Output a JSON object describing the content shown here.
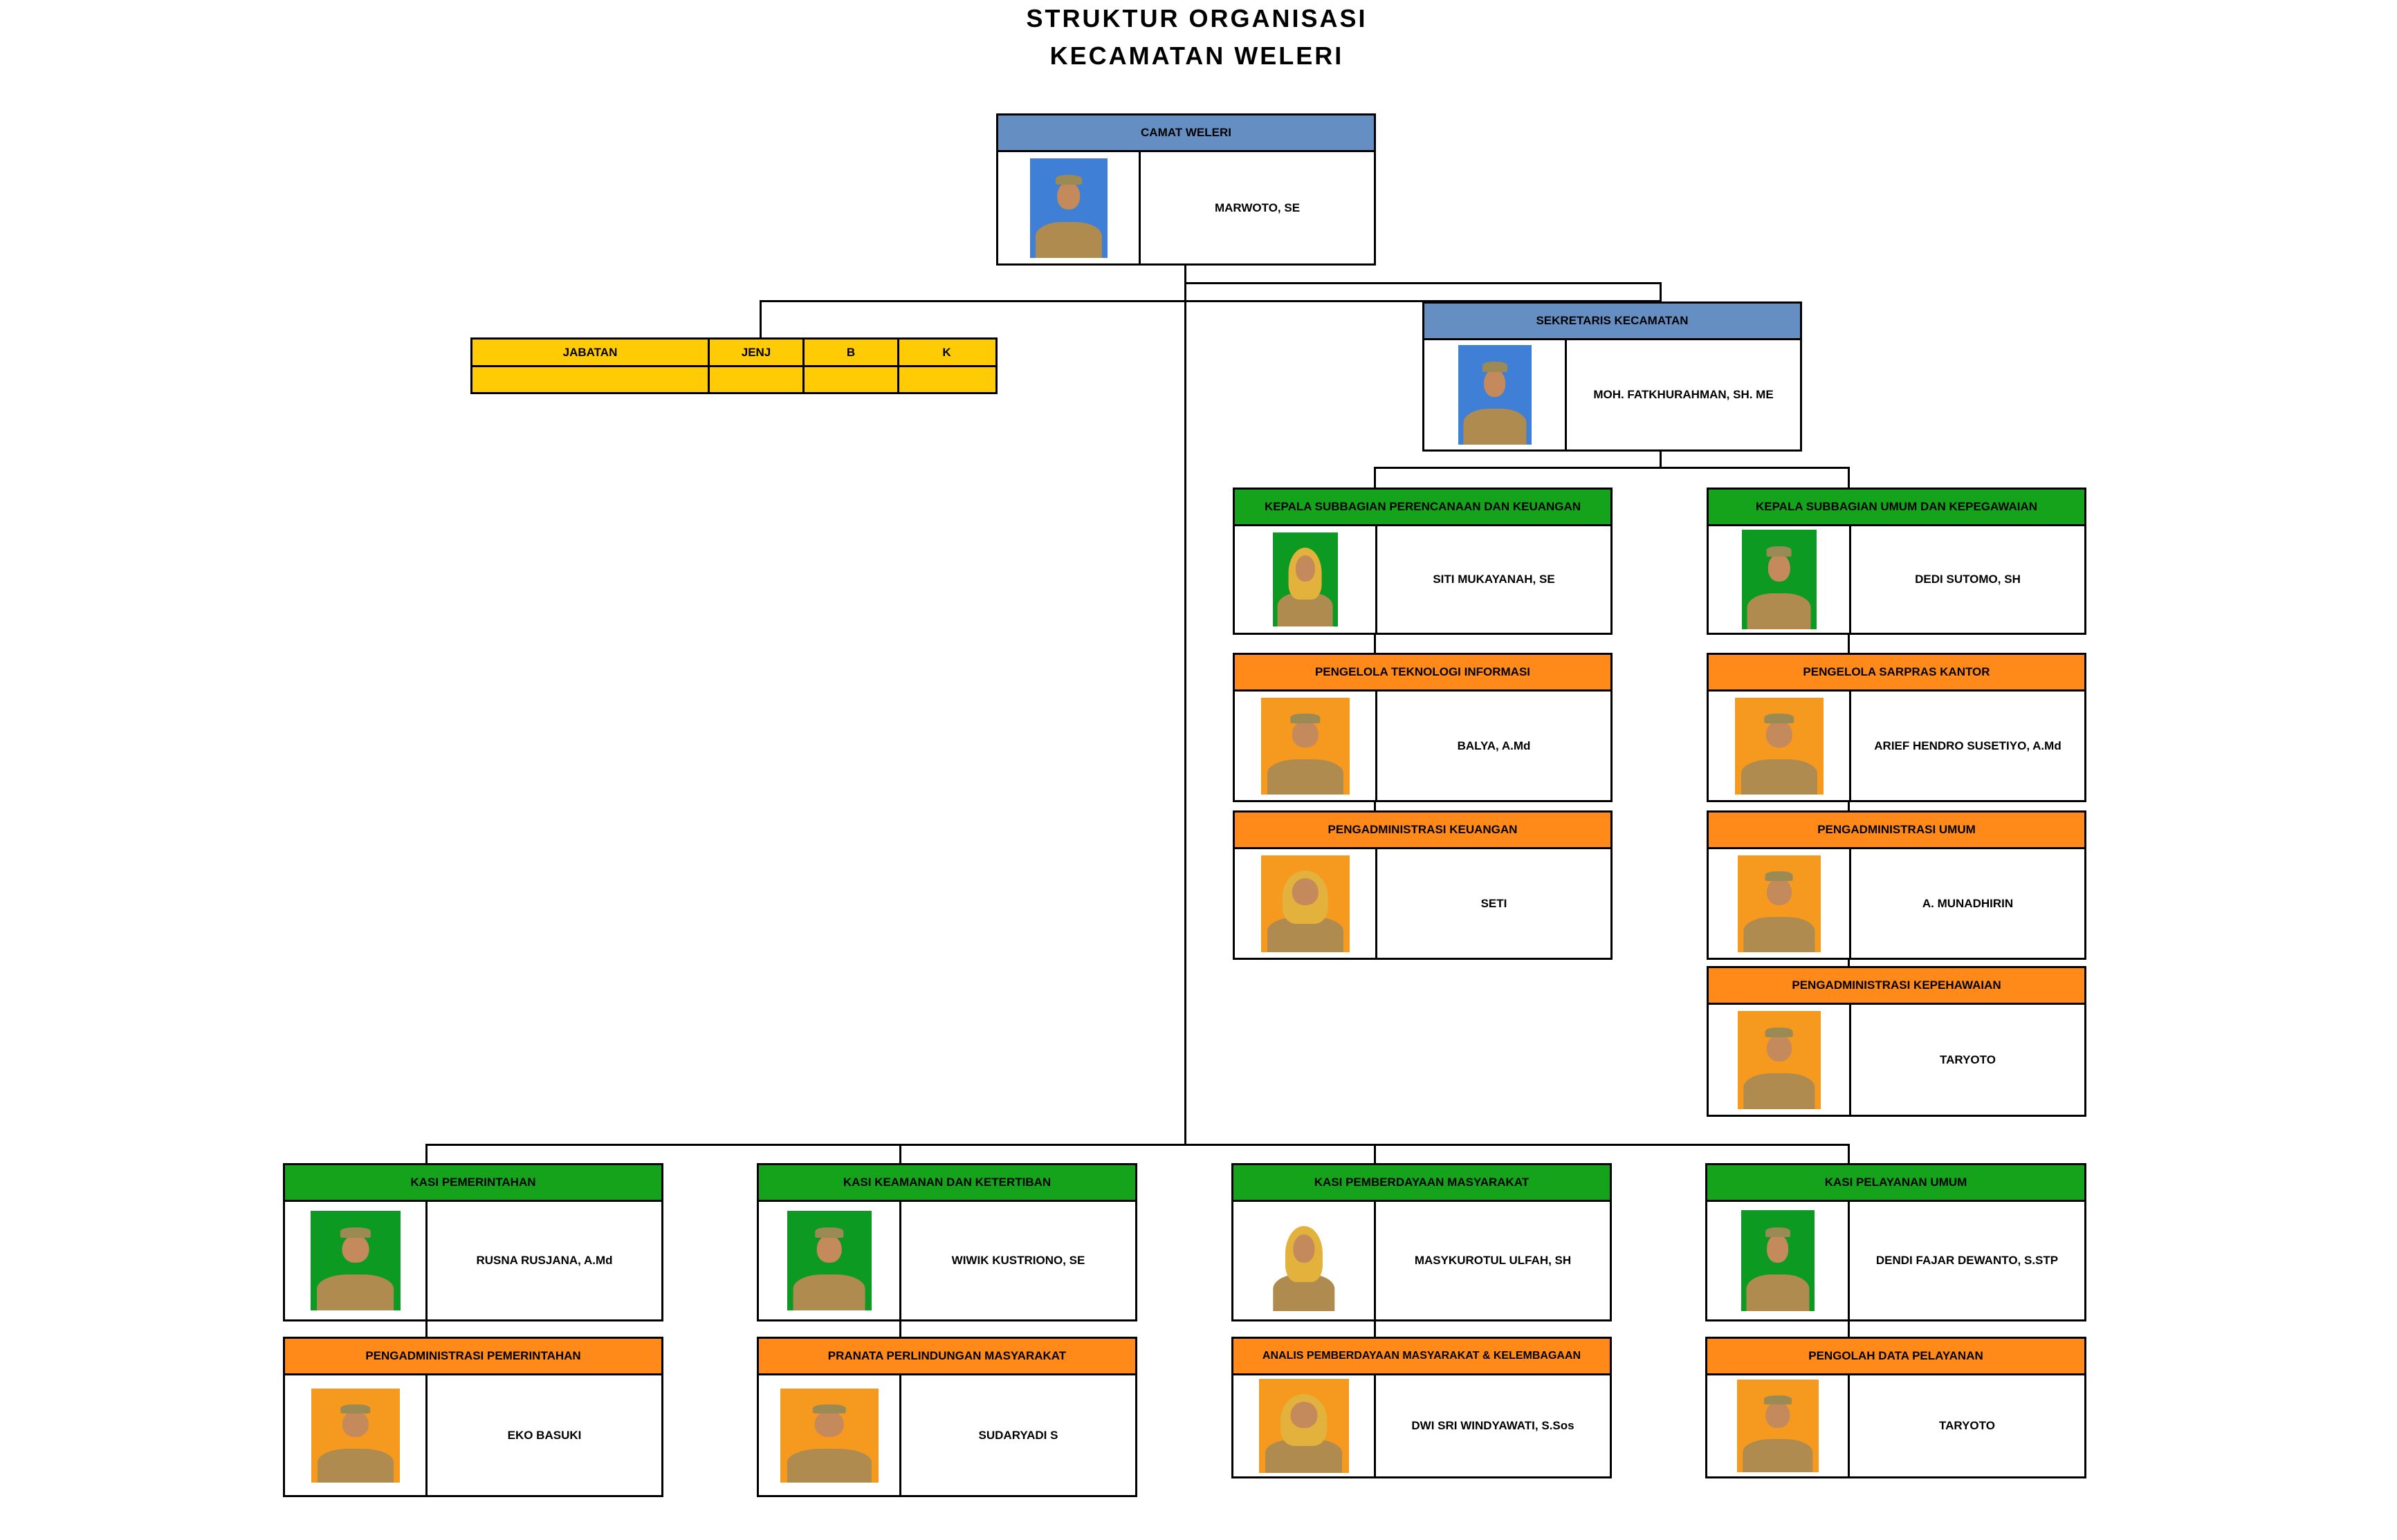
{
  "title": {
    "line1": "STRUKTUR ORGANISASI",
    "line2": "KECAMATAN WELERI"
  },
  "colors": {
    "head": "#658fc3",
    "subhead": "#15a31c",
    "staff": "#ff8a1a",
    "legend": "#ffcb05"
  },
  "legend": {
    "col1": "JABATAN",
    "col2": "JENJ",
    "col3": "B",
    "col4": "K"
  },
  "nodes": {
    "camat": {
      "position": "CAMAT WELERI",
      "name": "MARWOTO, SE",
      "photo": "man-photo"
    },
    "sekcam": {
      "position": "SEKRETARIS  KECAMATAN",
      "name": "MOH. FATKHURAHMAN, SH. ME",
      "photo": "man-photo"
    },
    "ksb_keu": {
      "position": "KEPALA SUBBAGIAN PERENCANAAN DAN KEUANGAN",
      "name": "SITI MUKAYANAH, SE",
      "photo": "woman-photo"
    },
    "ksb_umum": {
      "position": "KEPALA SUBBAGIAN UMUM DAN KEPEGAWAIAN",
      "name": "DEDI SUTOMO, SH",
      "photo": "man-photo"
    },
    "pti": {
      "position": "PENGELOLA TEKNOLOGI INFORMASI",
      "name": "BALYA, A.Md",
      "photo": "man-photo"
    },
    "sarpras": {
      "position": "PENGELOLA SARPRAS KANTOR",
      "name": "ARIEF HENDRO SUSETIYO, A.Md",
      "photo": "man-photo"
    },
    "adm_keu": {
      "position": "PENGADMINISTRASI KEUANGAN",
      "name": "SETI",
      "photo": "woman-photo"
    },
    "adm_umum": {
      "position": "PENGADMINISTRASI UMUM",
      "name": "A. MUNADHIRIN",
      "photo": "man-photo"
    },
    "adm_kepeg": {
      "position": "PENGADMINISTRASI KEPEHAWAIAN",
      "name": "TARYOTO",
      "photo": "man-photo"
    },
    "kasi_pem": {
      "position": "KASI PEMERINTAHAN",
      "name": "RUSNA RUSJANA, A.Md",
      "photo": "man-photo"
    },
    "kasi_tib": {
      "position": "KASI  KEAMANAN DAN KETERTIBAN",
      "name": "WIWIK KUSTRIONO, SE",
      "photo": "man-photo"
    },
    "kasi_pmd": {
      "position": "KASI PEMBERDAYAAN MASYARAKAT",
      "name": "MASYKUROTUL ULFAH, SH",
      "photo": "woman-photo"
    },
    "kasi_pel": {
      "position": "KASI PELAYANAN UMUM",
      "name": "DENDI FAJAR  DEWANTO, S.STP",
      "photo": "man-photo"
    },
    "adm_pem": {
      "position": "PENGADMINISTRASI PEMERINTAHAN",
      "name": "EKO BASUKI",
      "photo": "man-photo"
    },
    "pranata": {
      "position": "PRANATA PERLINDUNGAN MASYARAKAT",
      "name": "SUDARYADI S",
      "photo": "man-photo"
    },
    "analis": {
      "position": "ANALIS PEMBERDAYAAN MASYARAKAT & KELEMBAGAAN",
      "name": "DWI SRI WINDYAWATI, S.Sos",
      "photo": "woman-photo"
    },
    "pengolah": {
      "position": "PENGOLAH DATA PELAYANAN",
      "name": "TARYOTO",
      "photo": "man-photo"
    }
  }
}
